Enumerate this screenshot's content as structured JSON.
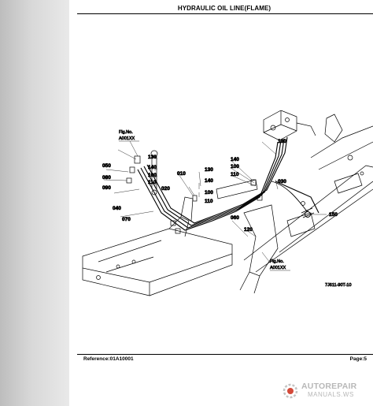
{
  "header": {
    "title": "HYDRAULIC OIL LINE(FLAME)"
  },
  "drawing": {
    "drawing_number": "7J611-90T-10",
    "callouts": {
      "c010": "010",
      "c020": "020",
      "c030": "030",
      "c040": "040",
      "c050": "050",
      "c060": "060",
      "c070": "070",
      "c080": "080",
      "c090": "090",
      "c100a": "100",
      "c100b": "100",
      "c100c": "100",
      "c110a": "110",
      "c110b": "110",
      "c110c": "110",
      "c120": "120",
      "c130a": "130",
      "c130b": "130",
      "c140a": "140",
      "c140b": "140",
      "c140c": "140",
      "c150": "150"
    },
    "ref1": {
      "line1": "Fig.No.",
      "line2": "A001XX"
    },
    "ref2": {
      "line1": "Fig.No.",
      "line2": "A001XX"
    }
  },
  "footer": {
    "reference": "Reference:01A10001",
    "page": "Page:5"
  },
  "watermark": {
    "line1": "AUTOREPAIR",
    "line2": "MANUALS.WS"
  }
}
